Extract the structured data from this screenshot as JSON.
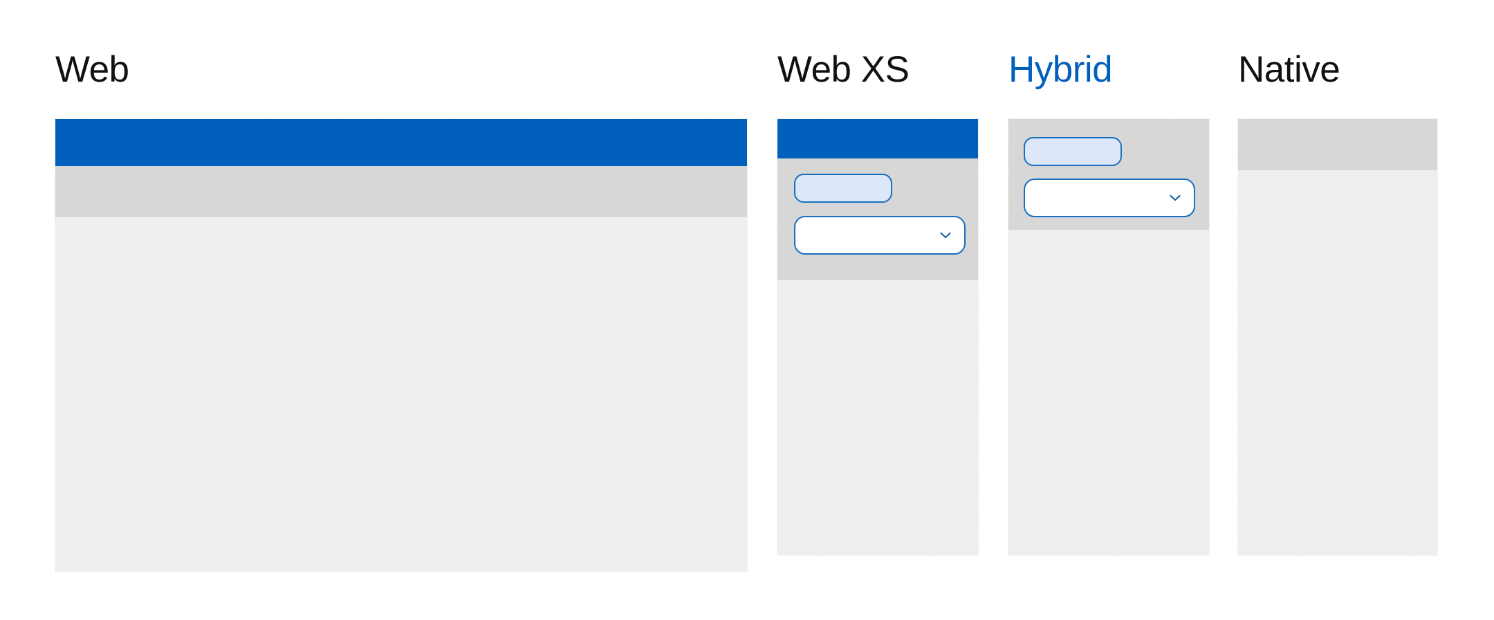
{
  "page": {
    "background": "#ffffff",
    "accent_blue": "#0060BC",
    "control_border": "#1a6fc0",
    "control_fill": "#dde7fa",
    "band_gray": "#d7d7d7",
    "surface_gray": "#efefef"
  },
  "panels": [
    {
      "id": "web",
      "title": "Web",
      "title_color": "#111111",
      "has_app_bar": true,
      "has_toolbar": true,
      "controls": []
    },
    {
      "id": "web-xs",
      "title": "Web XS",
      "title_color": "#111111",
      "has_app_bar": true,
      "has_toolbar": true,
      "controls": [
        {
          "type": "button",
          "name": "primary-pill-button",
          "label": ""
        },
        {
          "type": "select",
          "name": "dropdown-select",
          "value": "",
          "icon": "chevron-down-icon"
        }
      ]
    },
    {
      "id": "hybrid",
      "title": "Hybrid",
      "title_color": "#0060BC",
      "has_app_bar": false,
      "has_toolbar": true,
      "controls": [
        {
          "type": "button",
          "name": "primary-pill-button",
          "label": ""
        },
        {
          "type": "select",
          "name": "dropdown-select",
          "value": "",
          "icon": "chevron-down-icon"
        }
      ]
    },
    {
      "id": "native",
      "title": "Native",
      "title_color": "#111111",
      "has_app_bar": false,
      "has_toolbar": true,
      "controls": []
    }
  ]
}
